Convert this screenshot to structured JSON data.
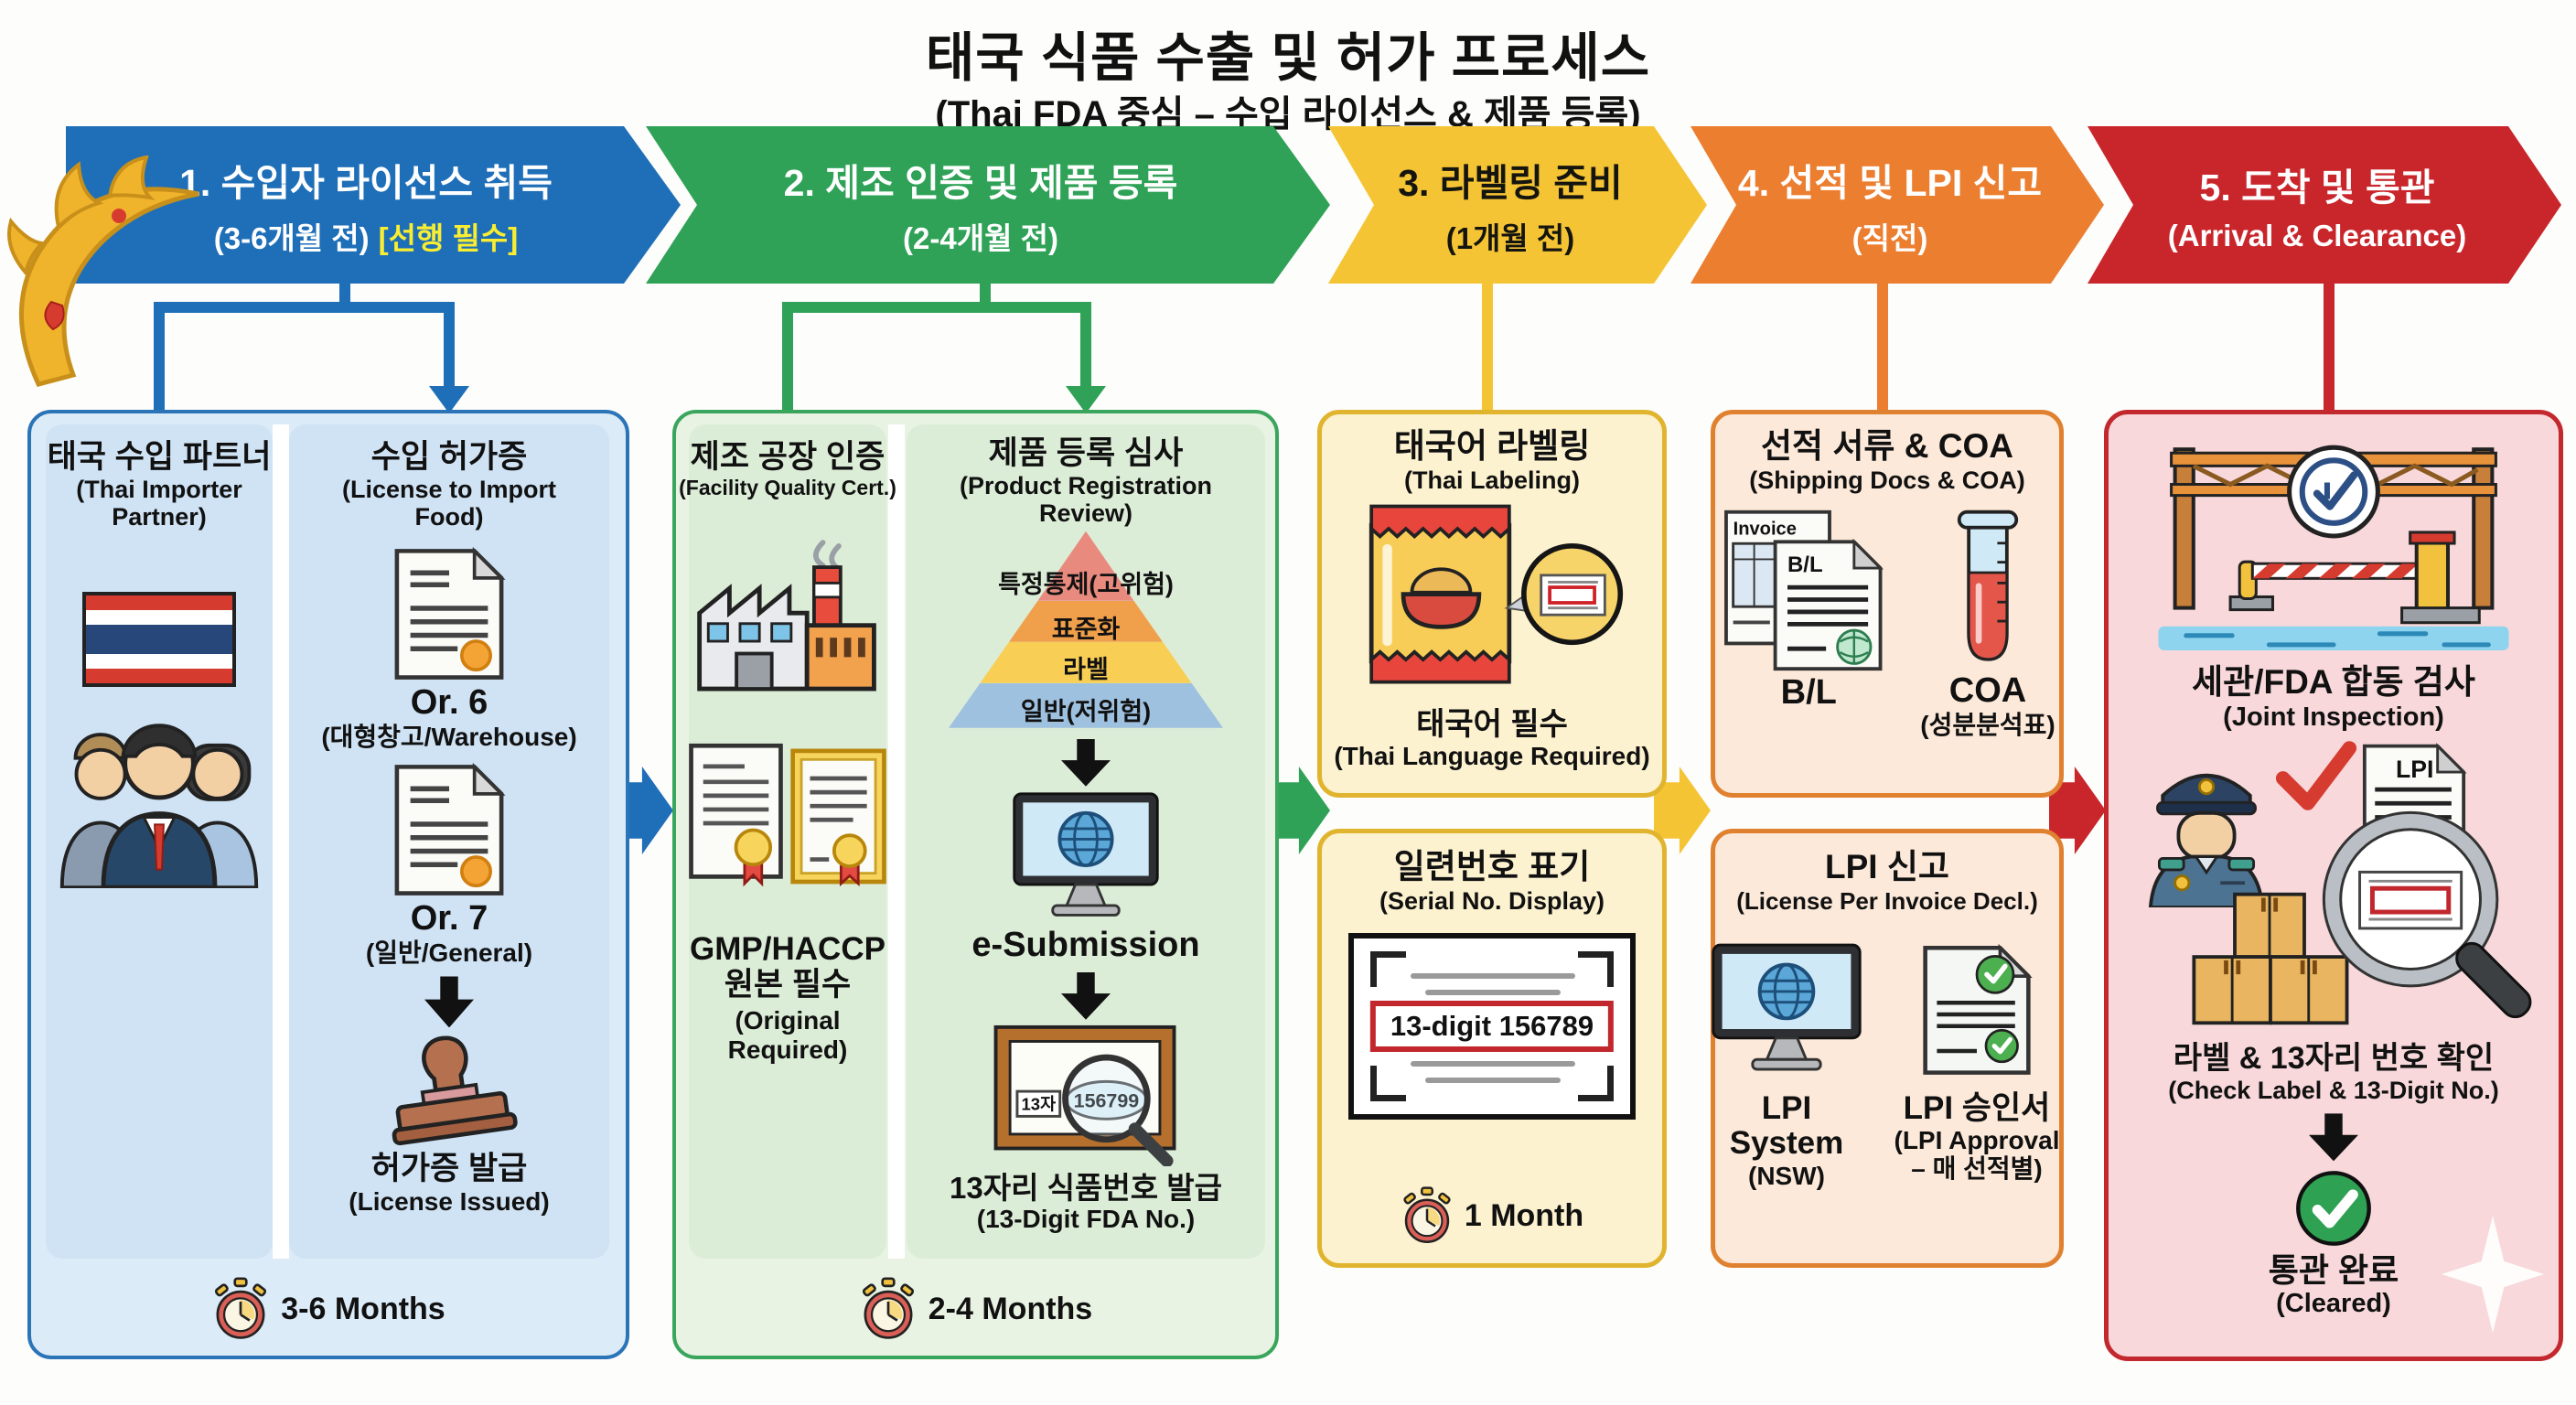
{
  "title": "태국 식품 수출 및 허가 프로세스",
  "subtitle": "(Thai FDA 중심 – 수입 라이선스 & 제품 등록)",
  "accents": {
    "stage1_blue": "#1e6fb8",
    "stage2_green": "#2fa257",
    "stage3_yellow": "#f5c434",
    "stage4_orange": "#ec7e30",
    "stage5_red": "#c9262c",
    "badge_yellow": "#f9ed32"
  },
  "icons": [
    "thai-ornament-icon",
    "ribbon-icon",
    "flag-thailand-icon",
    "importer-group-icon",
    "document-seal-icon",
    "stamp-icon",
    "timer-icon",
    "down-arrow-icon",
    "factory-icon",
    "certificates-icon",
    "risk-pyramid",
    "monitor-globe-icon",
    "fda-number-frame-icon",
    "snack-bag-icon",
    "serial-label-graphic",
    "invoice-bl-docs-icon",
    "test-tube-icon",
    "lpi-system-icon",
    "lpi-approval-doc-icon",
    "port-gate-icon",
    "officer-icon",
    "red-check-icon",
    "cargo-boxes-icon",
    "magnifier-label-icon",
    "green-check-icon",
    "sparkle-icon"
  ],
  "stages": [
    {
      "label": "1. 수입자 라이선스 취득",
      "time": "(3-6개월 전)",
      "badge": "[선행 필수]"
    },
    {
      "label": "2. 제조 인증 및 제품 등록",
      "time": "(2-4개월 전)"
    },
    {
      "label": "3. 라벨링 준비",
      "time": "(1개월 전)"
    },
    {
      "label": "4. 선적 및 LPI 신고",
      "time": "(직전)"
    },
    {
      "label": "5. 도착 및 통관",
      "time": "(Arrival & Clearance)"
    }
  ],
  "stage1": {
    "partner": {
      "title": "태국 수입 파트너",
      "subtitle": "(Thai Importer Partner)"
    },
    "license": {
      "title": "수입 허가증",
      "subtitle": "(License to Import Food)",
      "or6": "Or. 6",
      "or6_note": "(대형창고/Warehouse)",
      "or7": "Or. 7",
      "or7_note": "(일반/General)",
      "issued": "허가증 발급",
      "issued_note": "(License Issued)"
    },
    "duration": "3-6 Months"
  },
  "stage2": {
    "facility": {
      "title": "제조 공장 인증",
      "subtitle": "(Facility Quality Cert.)",
      "cert_line1": "GMP/HACCP",
      "cert_line2": "원본 필수",
      "cert_note": "(Original Required)"
    },
    "registration": {
      "title": "제품 등록 심사",
      "subtitle": "(Product Registration Review)",
      "pyramid": [
        "특정통제(고위험)",
        "표준화",
        "라벨",
        "일반(저위험)"
      ],
      "esubmission": "e-Submission",
      "tag_prefix": "13자",
      "tag_number": "156799",
      "fda_no": "13자리 식품번호 발급",
      "fda_no_note": "(13-Digit FDA No.)"
    },
    "duration": "2-4 Months"
  },
  "stage3": {
    "labeling": {
      "title": "태국어 라벨링",
      "subtitle": "(Thai Labeling)",
      "required": "태국어 필수",
      "required_note": "(Thai Language Required)"
    },
    "serial": {
      "title": "일련번호 표기",
      "subtitle": "(Serial No. Display)",
      "digits": "13-digit 156789",
      "duration": "1 Month"
    }
  },
  "stage4": {
    "shipping": {
      "title": "선적 서류 & COA",
      "subtitle": "(Shipping Docs & COA)",
      "invoice_label": "Invoice",
      "bl_doc_label": "B/L",
      "bl": "B/L",
      "coa": "COA",
      "coa_note": "(성분분석표)"
    },
    "lpi": {
      "title": "LPI 신고",
      "subtitle": "(License Per Invoice Decl.)",
      "system": "LPI System",
      "system_note": "(NSW)",
      "approval": "LPI 승인서",
      "approval_note": "(LPI Approval – 매 선적별)"
    }
  },
  "stage5": {
    "inspection": {
      "title": "세관/FDA 합동 검사",
      "subtitle": "(Joint Inspection)"
    },
    "lpi_doc_label": "LPI",
    "check": {
      "title": "라벨 & 13자리 번호 확인",
      "subtitle": "(Check Label & 13-Digit No.)"
    },
    "cleared": {
      "title": "통관 완료",
      "subtitle": "(Cleared)"
    }
  }
}
